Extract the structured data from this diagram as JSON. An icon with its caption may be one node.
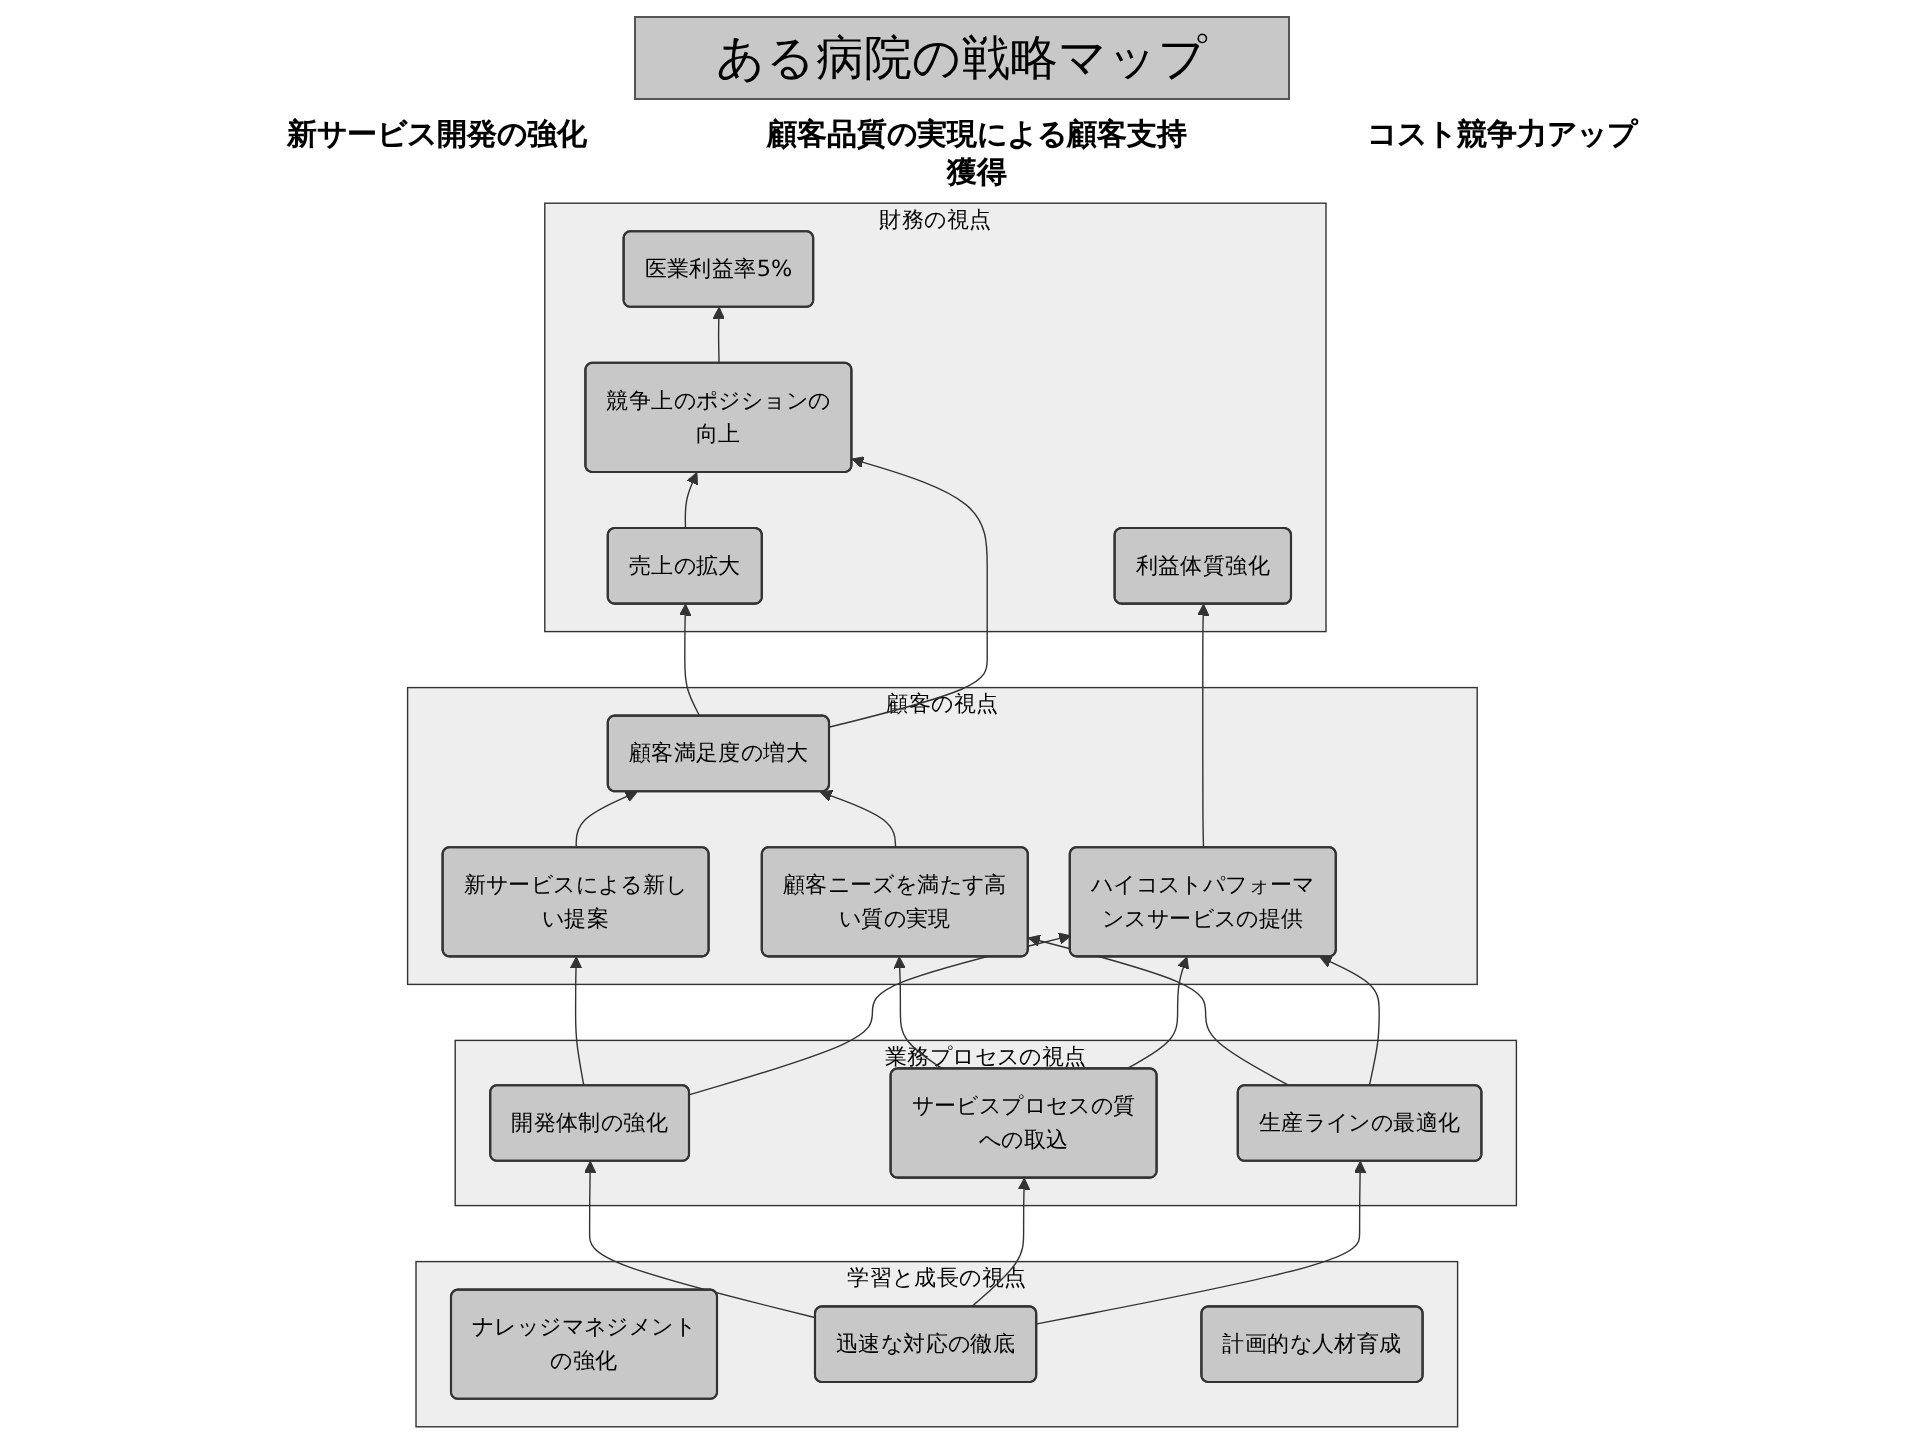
{
  "diagram": {
    "title": "ある病院の戦略マップ",
    "nodes": [
      {
        "text": [
          "財務の視点"
        ]
      },
      {
        "text": [
          "医業利益率5%"
        ],
        "in": 0
      },
      {
        "text": [
          "売上の拡大"
        ],
        "in": 0
      },
      {
        "text": [
          "競争上のポジションの向上"
        ],
        "in": 0
      },
      {
        "text": [
          "利益体質強化"
        ],
        "in": 0
      },
      {
        "text": [
          "顧客の視点"
        ]
      },
      {
        "text": [
          "顧客満足度の増大"
        ],
        "in": 5
      },
      {
        "text": [
          "新サービスによる新しい提案"
        ],
        "in": 5
      },
      {
        "text": [
          "顧客ニーズを満たす高い質の実現"
        ],
        "in": 5
      },
      {
        "text": [
          "ハイコストパフォーマンスサービスの提供"
        ],
        "in": 5
      },
      {
        "text": [
          "業務プロセスの視点"
        ]
      },
      {
        "text": [
          "開発体制の強化"
        ],
        "in": 10
      },
      {
        "text": [
          "サービスプロセスの質への取込"
        ],
        "in": 10
      },
      {
        "text": [
          "生産ラインの最適化"
        ],
        "in": 10
      },
      {
        "text": [
          "学習と成長の視点"
        ]
      },
      {
        "text": [
          "ナレッジマネジメントの強化"
        ],
        "in": 14
      },
      {
        "text": [
          "迅速な対応の徹底"
        ],
        "in": 14
      },
      {
        "text": [
          "計画的な人材育成"
        ],
        "in": 14
      }
    ],
    "edges": [
      {
        "from": 2,
        "to": 3,
        "arrow": "to"
      },
      {
        "from": 3,
        "to": 1,
        "arrow": "to"
      },
      {
        "from": 6,
        "to": 2,
        "arrow": "to"
      },
      {
        "from": 6,
        "to": 3,
        "arrow": "to"
      },
      {
        "from": 7,
        "to": 6,
        "arrow": "to"
      },
      {
        "from": 8,
        "to": 6,
        "arrow": "to"
      },
      {
        "from": 9,
        "to": 4,
        "arrow": "to"
      },
      {
        "from": 11,
        "to": 7,
        "arrow": "to"
      },
      {
        "from": 11,
        "to": 9,
        "arrow": "to"
      },
      {
        "from": 12,
        "to": 8,
        "arrow": "to"
      },
      {
        "from": 12,
        "to": 9,
        "arrow": "to"
      },
      {
        "from": 13,
        "to": 8,
        "arrow": "to"
      },
      {
        "from": 13,
        "to": 9,
        "arrow": "to"
      },
      {
        "from": 16,
        "to": 11,
        "arrow": "to"
      },
      {
        "from": 16,
        "to": 12,
        "arrow": "to"
      },
      {
        "from": 16,
        "to": 13,
        "arrow": "to"
      }
    ],
    "labels": [
      "新サービス開発の強化",
      "顧客品質の実現による顧客支持獲得",
      "コスト競争力アップ"
    ]
  }
}
